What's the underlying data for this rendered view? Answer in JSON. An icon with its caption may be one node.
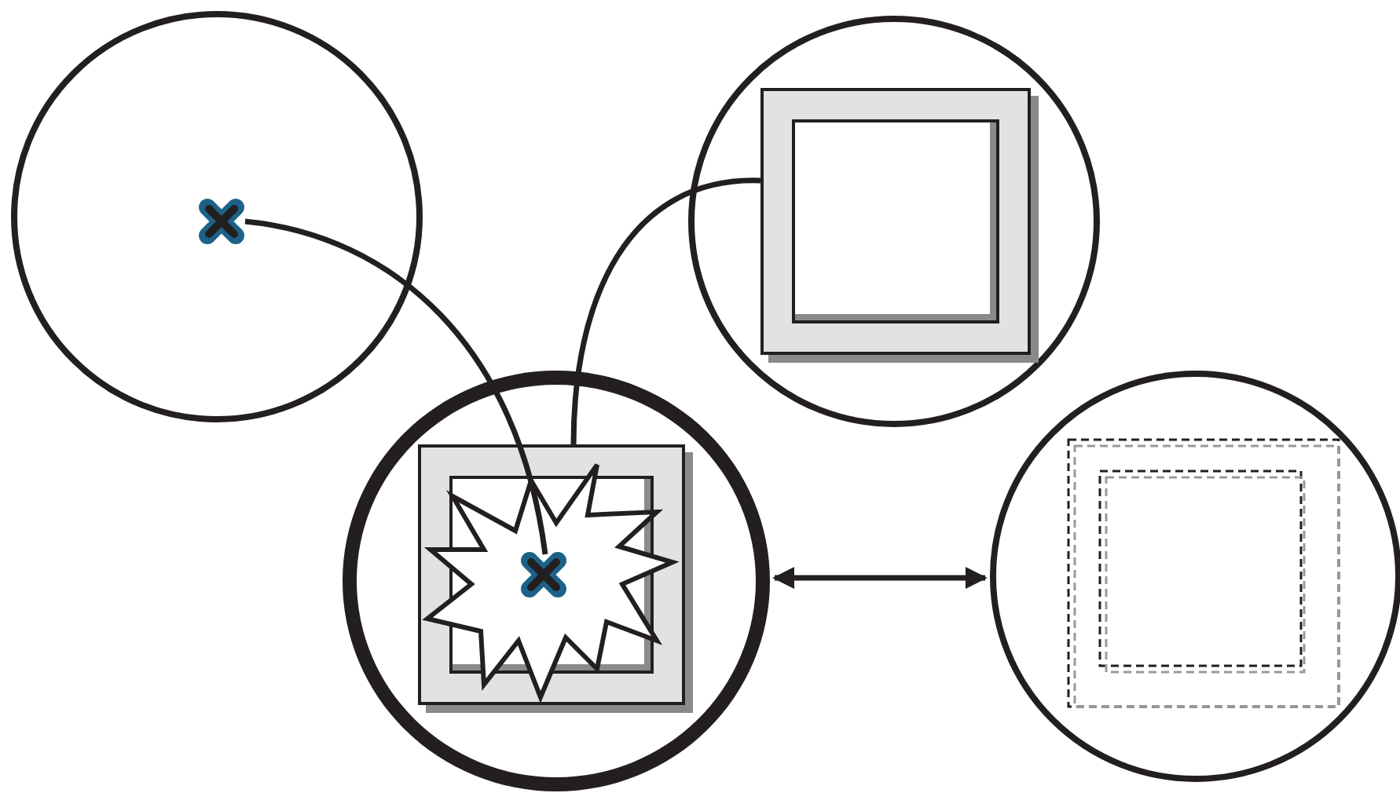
{
  "diagram": {
    "nodes": [
      {
        "text": [],
        "shape": "circle"
      },
      {
        "text": [],
        "shape": "picture",
        "in": 0
      },
      {
        "text": [],
        "shape": "circle"
      },
      {
        "text": [],
        "shape": "box",
        "in": 2
      },
      {
        "text": [],
        "shape": "circle"
      },
      {
        "text": [],
        "shape": "box",
        "in": 4
      },
      {
        "text": [],
        "shape": "star",
        "in": 5
      },
      {
        "text": [],
        "shape": "picture",
        "in": 6
      },
      {
        "text": [],
        "shape": "circle"
      }
    ],
    "edges": [
      {
        "from": 1,
        "to": 7,
        "arrow": "none"
      },
      {
        "from": 3,
        "to": 5,
        "arrow": "none"
      },
      {
        "from": 4,
        "to": 8,
        "arrow": "both"
      }
    ]
  }
}
